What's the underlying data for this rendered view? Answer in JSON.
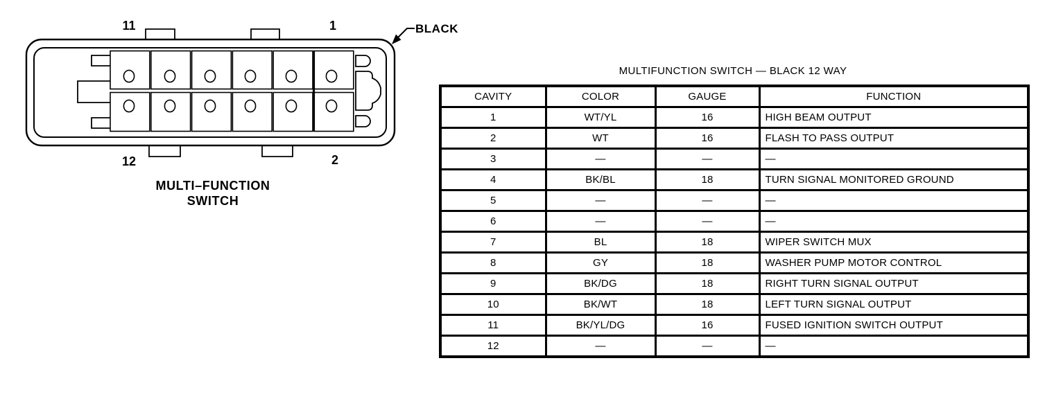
{
  "connector": {
    "color_callout": "BLACK",
    "caption_line1": "MULTI–FUNCTION",
    "caption_line2": "SWITCH",
    "corner_labels": {
      "top_left": "11",
      "top_right": "1",
      "bottom_left": "12",
      "bottom_right": "2"
    }
  },
  "table": {
    "title": "MULTIFUNCTION SWITCH — BLACK 12 WAY",
    "columns": [
      "CAVITY",
      "COLOR",
      "GAUGE",
      "FUNCTION"
    ],
    "rows": [
      [
        "1",
        "WT/YL",
        "16",
        "HIGH BEAM OUTPUT"
      ],
      [
        "2",
        "WT",
        "16",
        "FLASH TO PASS OUTPUT"
      ],
      [
        "3",
        "—",
        "—",
        "—"
      ],
      [
        "4",
        "BK/BL",
        "18",
        "TURN SIGNAL MONITORED GROUND"
      ],
      [
        "5",
        "—",
        "—",
        "—"
      ],
      [
        "6",
        "—",
        "—",
        "—"
      ],
      [
        "7",
        "BL",
        "18",
        "WIPER SWITCH MUX"
      ],
      [
        "8",
        "GY",
        "18",
        "WASHER PUMP MOTOR CONTROL"
      ],
      [
        "9",
        "BK/DG",
        "18",
        "RIGHT TURN SIGNAL OUTPUT"
      ],
      [
        "10",
        "BK/WT",
        "18",
        "LEFT TURN SIGNAL OUTPUT"
      ],
      [
        "11",
        "BK/YL/DG",
        "16",
        "FUSED IGNITION SWITCH OUTPUT"
      ],
      [
        "12",
        "—",
        "—",
        "—"
      ]
    ]
  },
  "colors": {
    "ink": "#000000",
    "paper": "#ffffff"
  }
}
